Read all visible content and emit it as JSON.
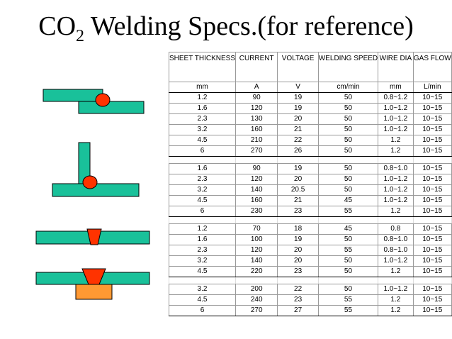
{
  "title": {
    "prefix": "CO",
    "subscript": "2",
    "suffix": " Welding Specs.(for reference)"
  },
  "colors": {
    "plate": "#19c19a",
    "weld_bead": "#ff3300",
    "backing": "#ff9933",
    "outline": "#000000"
  },
  "diagram_icons": [
    "lap-joint-icon",
    "t-joint-icon",
    "butt-joint-icon",
    "butt-joint-with-backing-icon"
  ],
  "table": {
    "headers": [
      "SHEET THICKNESS",
      "CURRENT",
      "VOLTAGE",
      "WELDING SPEED",
      "WIRE DIA",
      "GAS FLOW"
    ],
    "units": [
      "mm",
      "A",
      "V",
      "cm/min",
      "mm",
      "L/min"
    ],
    "groups": [
      [
        [
          "1.2",
          "90",
          "19",
          "50",
          "0.8~1.2",
          "10~15"
        ],
        [
          "1.6",
          "120",
          "19",
          "50",
          "1.0~1.2",
          "10~15"
        ],
        [
          "2.3",
          "130",
          "20",
          "50",
          "1.0~1.2",
          "10~15"
        ],
        [
          "3.2",
          "160",
          "21",
          "50",
          "1.0~1.2",
          "10~15"
        ],
        [
          "4.5",
          "210",
          "22",
          "50",
          "1.2",
          "10~15"
        ],
        [
          "6",
          "270",
          "26",
          "50",
          "1.2",
          "10~15"
        ]
      ],
      [
        [
          "1.6",
          "90",
          "19",
          "50",
          "0.8~1.0",
          "10~15"
        ],
        [
          "2.3",
          "120",
          "20",
          "50",
          "1.0~1.2",
          "10~15"
        ],
        [
          "3.2",
          "140",
          "20.5",
          "50",
          "1.0~1.2",
          "10~15"
        ],
        [
          "4.5",
          "160",
          "21",
          "45",
          "1.0~1.2",
          "10~15"
        ],
        [
          "6",
          "230",
          "23",
          "55",
          "1.2",
          "10~15"
        ]
      ],
      [
        [
          "1.2",
          "70",
          "18",
          "45",
          "0.8",
          "10~15"
        ],
        [
          "1.6",
          "100",
          "19",
          "50",
          "0.8~1.0",
          "10~15"
        ],
        [
          "2.3",
          "120",
          "20",
          "55",
          "0.8~1.0",
          "10~15"
        ],
        [
          "3.2",
          "140",
          "20",
          "50",
          "1.0~1.2",
          "10~15"
        ],
        [
          "4.5",
          "220",
          "23",
          "50",
          "1.2",
          "10~15"
        ]
      ],
      [
        [
          "3.2",
          "200",
          "22",
          "50",
          "1.0~1.2",
          "10~15"
        ],
        [
          "4.5",
          "240",
          "23",
          "55",
          "1.2",
          "10~15"
        ],
        [
          "6",
          "270",
          "27",
          "55",
          "1.2",
          "10~15"
        ]
      ]
    ]
  }
}
